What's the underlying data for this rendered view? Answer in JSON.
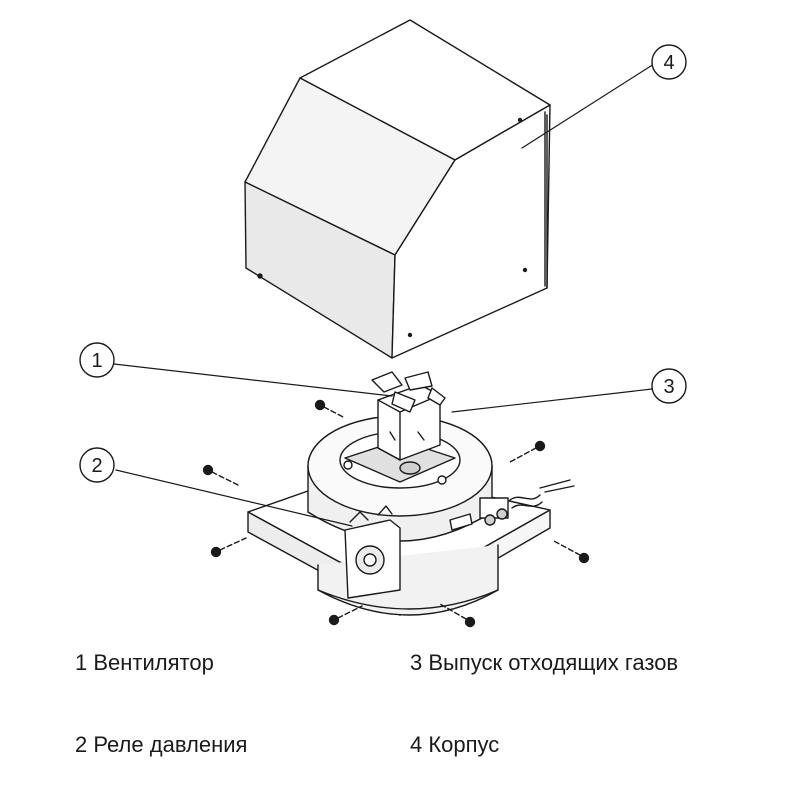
{
  "callouts": [
    {
      "num": "1"
    },
    {
      "num": "2"
    },
    {
      "num": "3"
    },
    {
      "num": "4"
    }
  ],
  "legend": {
    "item_1": "1 Вентилятор",
    "item_2": "2 Реле давления",
    "item_3": "3 Выпуск отходящих газов",
    "item_4": "4 Корпус"
  },
  "colors": {
    "line": "#1a1a1a",
    "fill_light": "#ffffff",
    "fill_shade": "#e6e6e6",
    "fill_dark": "#cfcfcf"
  }
}
